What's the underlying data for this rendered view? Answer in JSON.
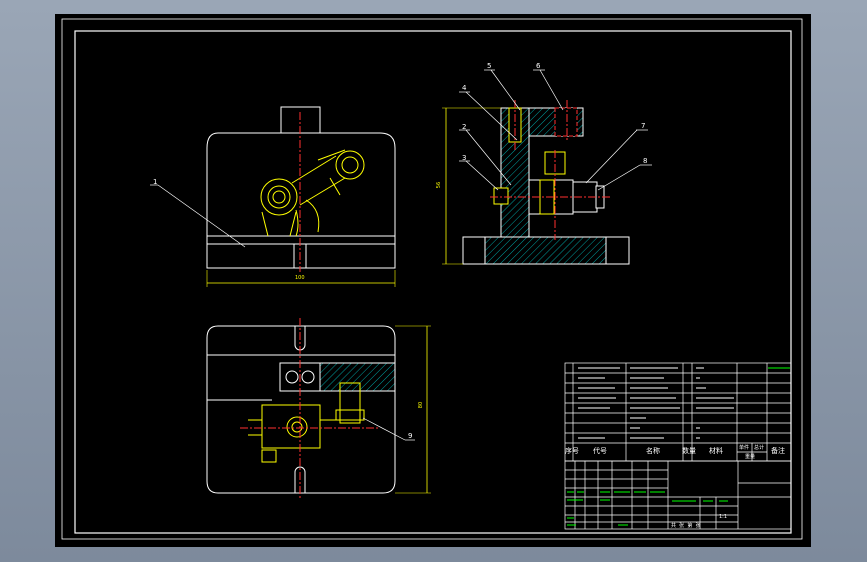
{
  "callouts": [
    "1",
    "2",
    "3",
    "4",
    "5",
    "6",
    "7",
    "8",
    "9"
  ],
  "dimensions": {
    "front_width": "100",
    "side_height": "56",
    "top_height": "80"
  },
  "bom_header": {
    "index": "序号",
    "code": "代号",
    "name": "名称",
    "qty": "数量",
    "material": "材料",
    "unit_weight": "单件",
    "total_weight": "总计",
    "weight": "重量",
    "remark": "备注"
  },
  "title_block": {
    "scale": "1:1",
    "sheet_label": "共  张  第  张"
  },
  "colors": {
    "background": "#000000",
    "frame": "#ffffff",
    "part_outline": "#ffffff",
    "pin_part": "#ffff00",
    "centerline": "#ff0000",
    "hatch": "#00ffff",
    "leader": "#ffffff",
    "table_text": "#ffffff",
    "green_text": "#00ff00"
  }
}
